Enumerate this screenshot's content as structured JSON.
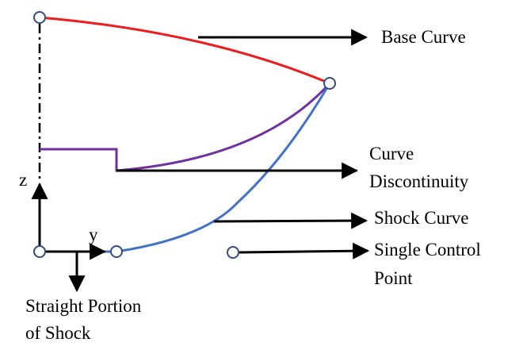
{
  "labels": {
    "base_curve": "Base Curve",
    "curve_disc_line1": "Curve",
    "curve_disc_line2": "Discontinuity",
    "shock_curve": "Shock Curve",
    "single_cp_line1": "Single Control",
    "single_cp_line2": "Point",
    "straight_line1": "Straight Portion",
    "straight_line2": "of Shock",
    "axis_z": "z",
    "axis_y": "y"
  },
  "colors": {
    "base_curve": "#ee1c1c",
    "discontinuity_curve": "#7030a0",
    "shock_curve": "#4472c4",
    "control_point_stroke": "#2f4f7f",
    "arrows": "#000000"
  }
}
